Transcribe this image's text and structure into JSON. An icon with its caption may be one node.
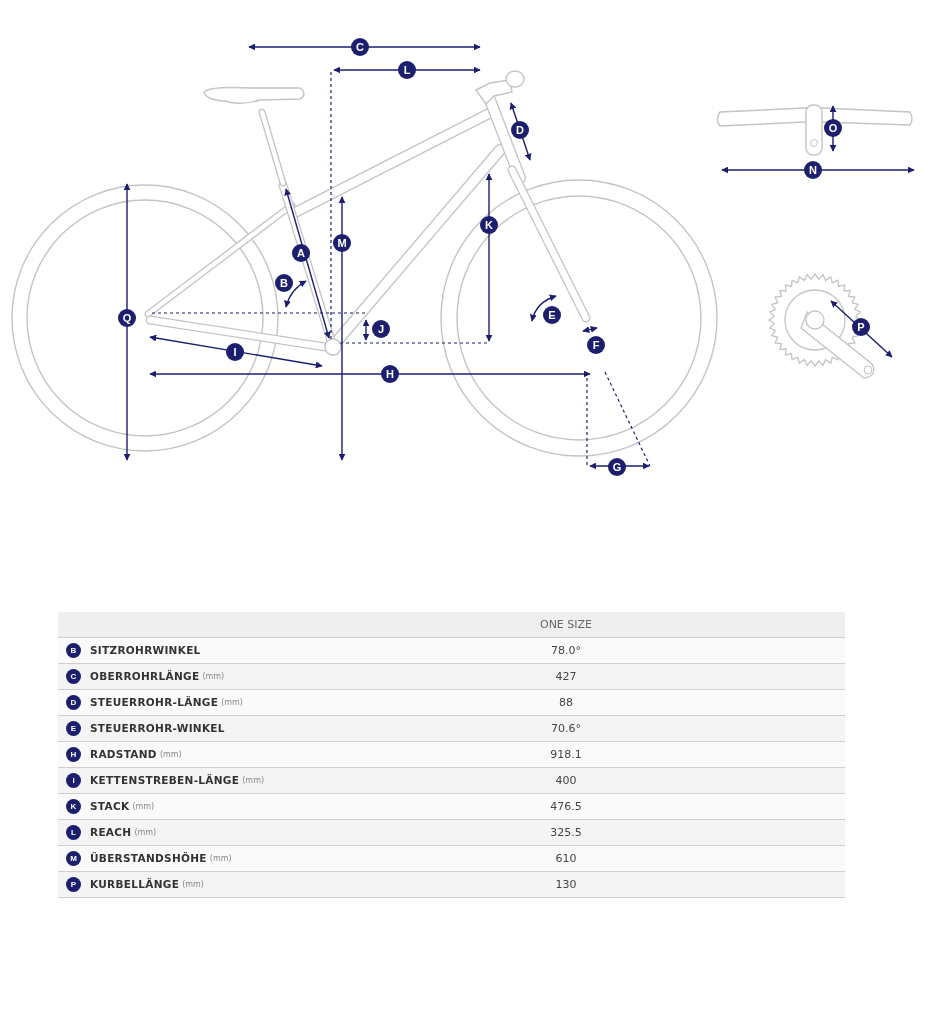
{
  "diagram": {
    "labels": [
      "C",
      "L",
      "D",
      "O",
      "N",
      "K",
      "M",
      "A",
      "B",
      "Q",
      "J",
      "E",
      "P",
      "I",
      "F",
      "H",
      "G",
      "ONE SIZE",
      "B",
      "SITZROHRWINKEL",
      "78.0°",
      "C",
      "OBERROHRLÄNGE",
      "(mm)",
      "427",
      "D",
      "STEUERROHR-LÄNGE",
      "(mm)",
      "88",
      "E",
      "STEUERROHR-WINKEL",
      "70.6°",
      "H",
      "RADSTAND",
      "(mm)",
      "918.1",
      "I",
      "KETTENSTREBEN-LÄNGE",
      "(mm)",
      "400",
      "K",
      "STACK",
      "(mm)",
      "476.5",
      "L",
      "REACH",
      "(mm)",
      "325.5",
      "M",
      "ÜBERSTANDSHÖHE",
      "(mm)",
      "610",
      "P",
      "KURBELLÄNGE",
      "(mm)",
      "130"
    ]
  }
}
